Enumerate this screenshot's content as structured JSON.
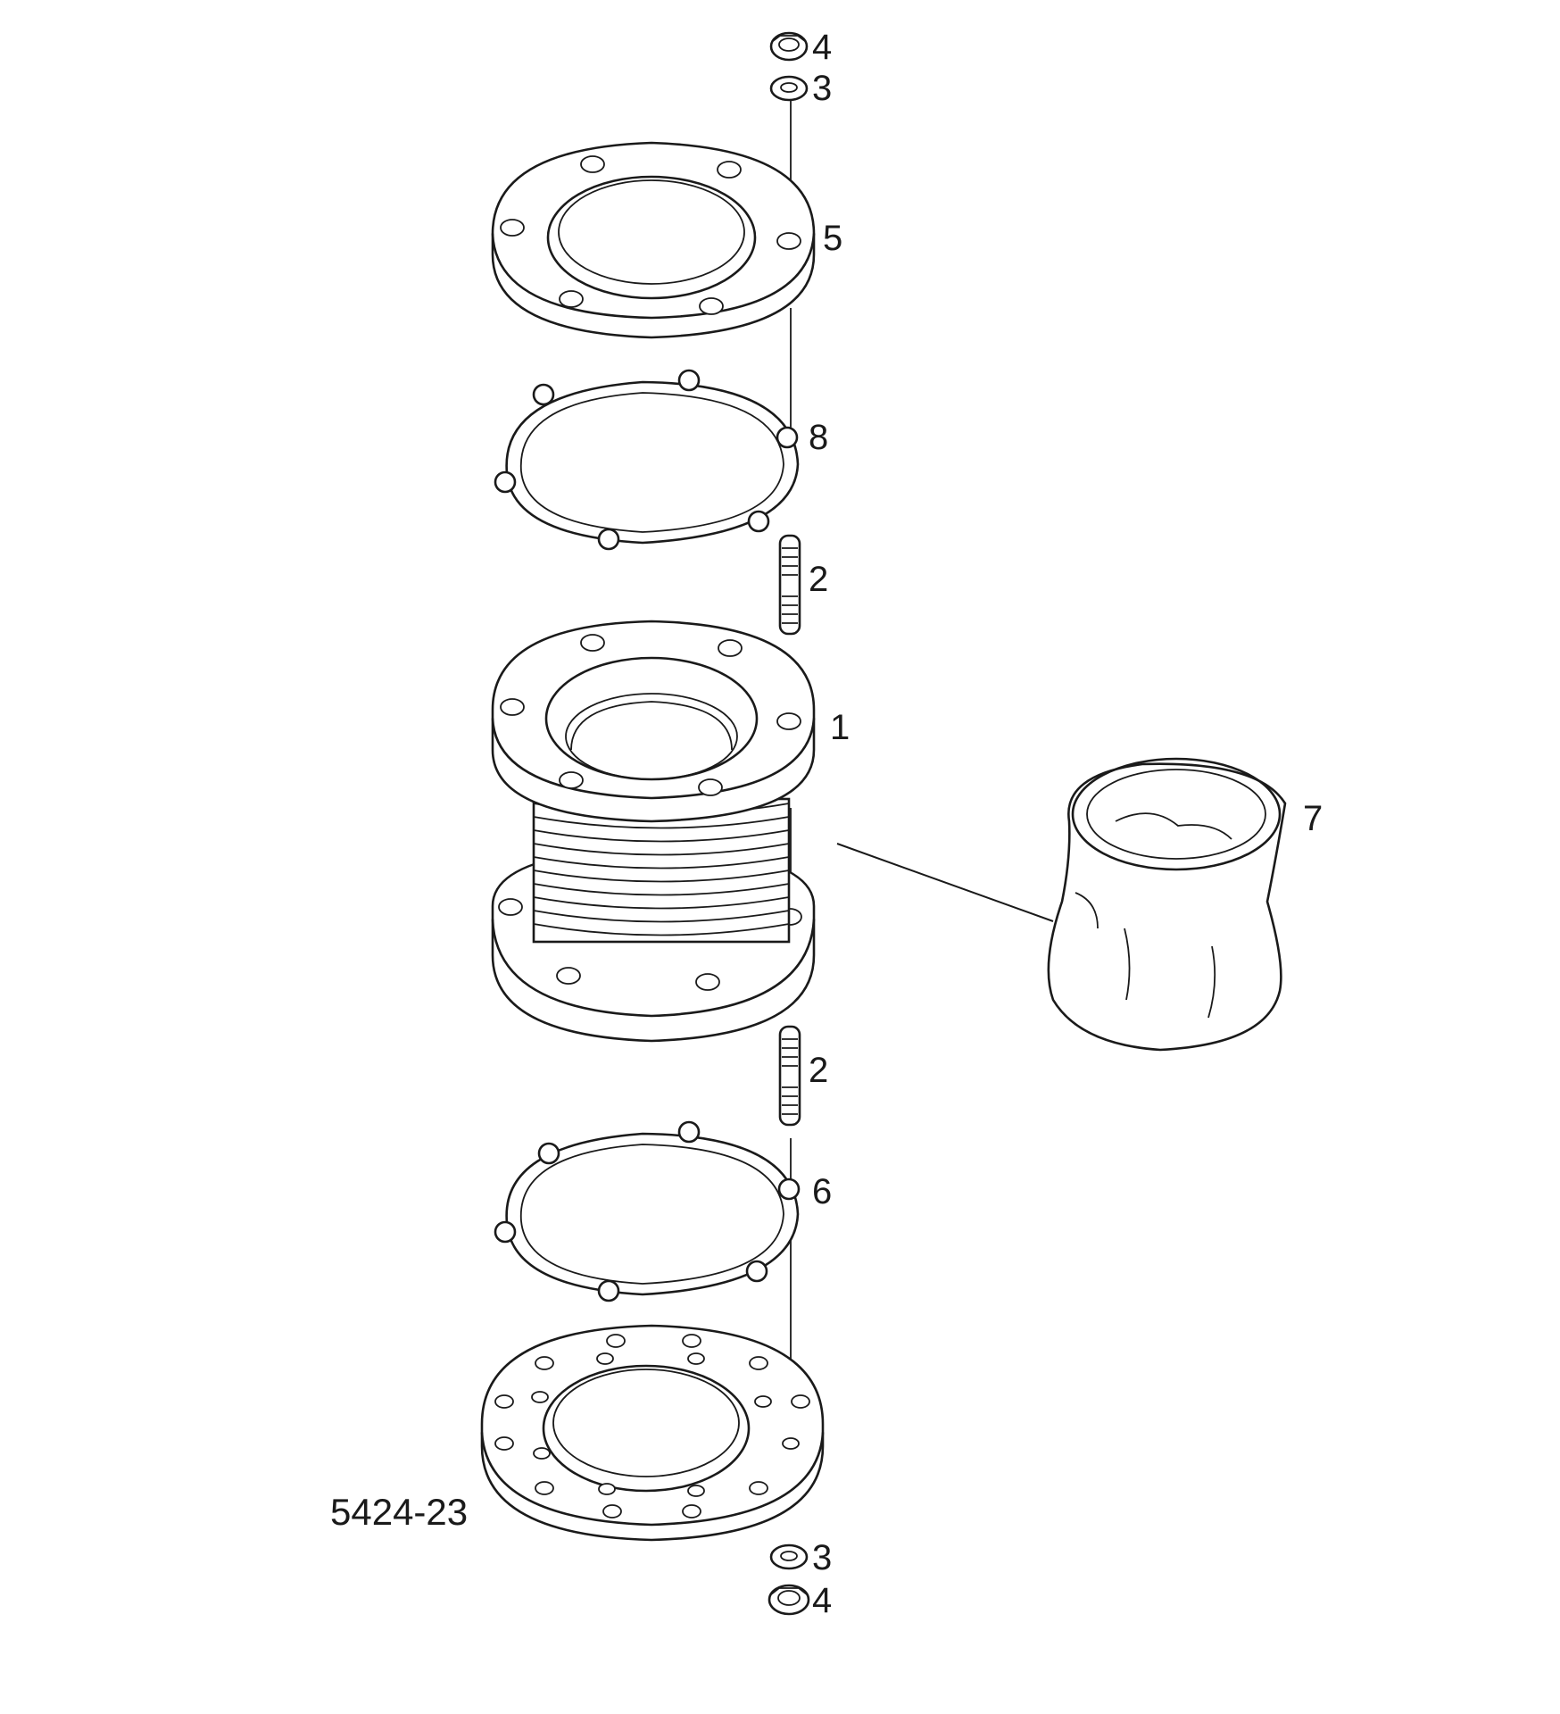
{
  "figure": {
    "reference": "5424-23"
  },
  "callouts": [
    {
      "id": "c4-top",
      "text": "4"
    },
    {
      "id": "c3-top",
      "text": "3"
    },
    {
      "id": "c5",
      "text": "5"
    },
    {
      "id": "c8",
      "text": "8"
    },
    {
      "id": "c2-top",
      "text": "2"
    },
    {
      "id": "c1",
      "text": "1"
    },
    {
      "id": "c7",
      "text": "7"
    },
    {
      "id": "c2-bottom",
      "text": "2"
    },
    {
      "id": "c6",
      "text": "6"
    },
    {
      "id": "c3-bottom",
      "text": "3"
    },
    {
      "id": "c4-bottom",
      "text": "4"
    }
  ],
  "parts": [
    {
      "number": "1",
      "description": "bellows-expansion-joint"
    },
    {
      "number": "2",
      "description": "stud"
    },
    {
      "number": "3",
      "description": "washer"
    },
    {
      "number": "4",
      "description": "nut"
    },
    {
      "number": "5",
      "description": "flange"
    },
    {
      "number": "6",
      "description": "gasket"
    },
    {
      "number": "7",
      "description": "insulation-sleeve"
    },
    {
      "number": "8",
      "description": "gasket"
    }
  ],
  "colors": {
    "line": "#1a1a1a",
    "background": "#ffffff"
  }
}
